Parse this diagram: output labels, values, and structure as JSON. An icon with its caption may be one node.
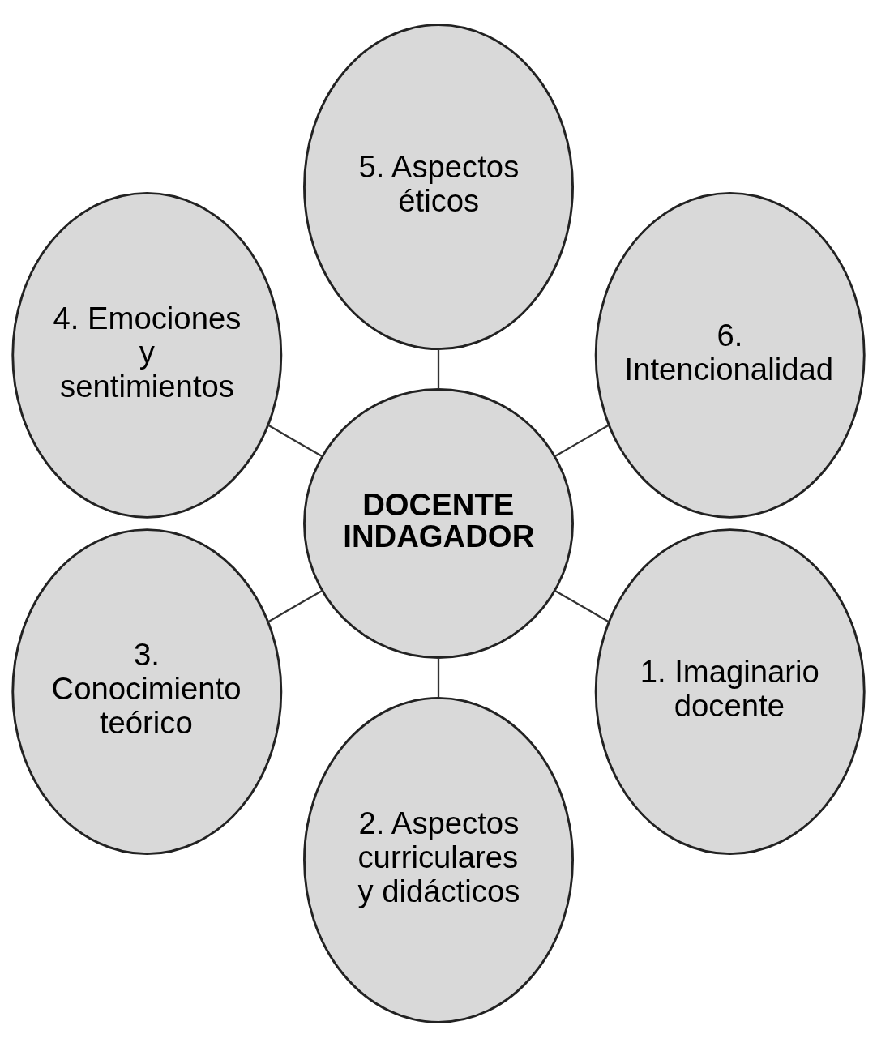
{
  "diagram": {
    "nodes": [
      {
        "text": [
          "DOCENTE INDAGADOR"
        ]
      },
      {
        "text": [
          "1. Imaginario docente"
        ]
      },
      {
        "text": [
          "2. Aspectos curriculares y didácticos"
        ]
      },
      {
        "text": [
          "3. Conocimiento teórico"
        ]
      },
      {
        "text": [
          "4. Emociones y sentimientos"
        ]
      },
      {
        "text": [
          "5. Aspectos éticos"
        ]
      },
      {
        "text": [
          "6. Intencionalidad"
        ]
      }
    ],
    "edges": [
      {
        "from": 0,
        "to": 1,
        "arrow": "none"
      },
      {
        "from": 0,
        "to": 2,
        "arrow": "none"
      },
      {
        "from": 0,
        "to": 3,
        "arrow": "none"
      },
      {
        "from": 0,
        "to": 4,
        "arrow": "none"
      },
      {
        "from": 0,
        "to": 5,
        "arrow": "none"
      },
      {
        "from": 0,
        "to": 6,
        "arrow": "none"
      }
    ]
  }
}
